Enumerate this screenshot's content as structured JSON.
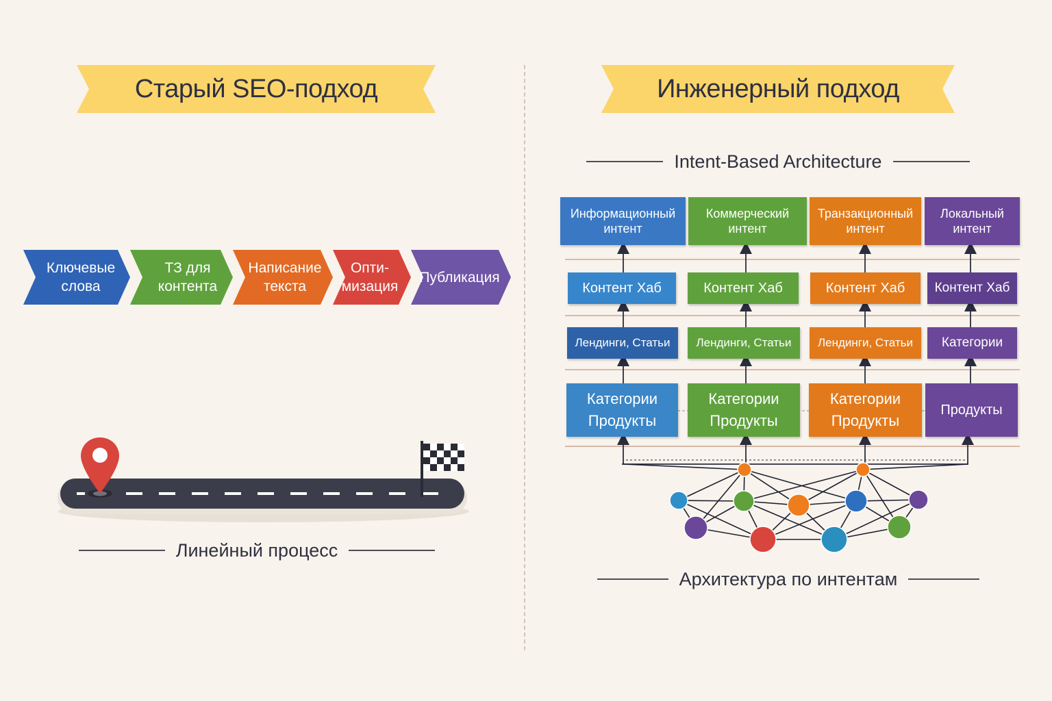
{
  "left": {
    "banner_title": "Старый SEO-подход",
    "steps": [
      {
        "label": "Ключевые\nслова",
        "color": "#2f63b6"
      },
      {
        "label": "ТЗ для\nконтента",
        "color": "#5fa23d"
      },
      {
        "label": "Написание\nтекста",
        "color": "#e26a24"
      },
      {
        "label": "Опти-\nмизация",
        "color": "#d8453c"
      },
      {
        "label": "Публикация",
        "color": "#6f55a6"
      }
    ],
    "caption": "Линейный процесс"
  },
  "right": {
    "banner_title": "Инженерный подход",
    "subtitle": "Intent-Based Architecture",
    "columns": [
      {
        "color": "#3a78c4",
        "header": "Информационный\nинтент",
        "hub": "Контент Хаб",
        "mid": "Лендинги, Статьи",
        "bottom": "Категории\nПродукты"
      },
      {
        "color": "#5fa23d",
        "header": "Коммерческий\nинтент",
        "hub": "Контент Хаб",
        "mid": "Лендинги, Статьи",
        "bottom": "Категории\nПродукты"
      },
      {
        "color": "#e07b1a",
        "header": "Транзакционный\nинтент",
        "hub": "Контент Хаб",
        "mid": "Лендинги, Статьи",
        "bottom": "Категории\nПродукты"
      },
      {
        "color": "#6a4798",
        "header": "Локальный\nинтент",
        "hub": "Контент Хаб",
        "mid": "Категории",
        "bottom": "Продукты"
      }
    ],
    "caption": "Архитектура по интентам"
  },
  "colors": {
    "background": "#f8f3ec",
    "banner": "#fbd56a",
    "road": "#3b3d4a",
    "pin": "#d8453c"
  }
}
